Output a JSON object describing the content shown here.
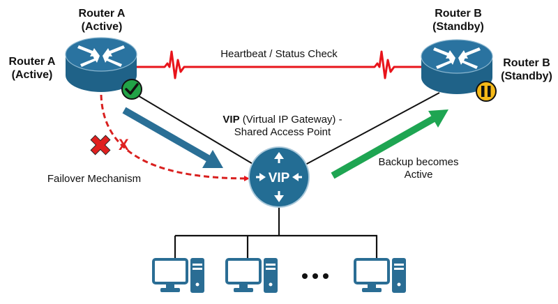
{
  "title": "Router Redundancy with Virtual IP Gateway",
  "router_a": {
    "name": "Router A",
    "state": "(Active)",
    "status_icon": "check-icon"
  },
  "router_b": {
    "name": "Router B",
    "state": "(Standby)",
    "status_icon": "pause-icon"
  },
  "heartbeat": {
    "label": "Heartbeat / Status Check"
  },
  "vip": {
    "label_bold": "VIP",
    "label_rest": " (Virtual IP Gateway) -",
    "label_line2": "Shared Access Point",
    "node_text": "VIP"
  },
  "failover": {
    "label": "Failover Mechanism",
    "x_text": "X",
    "failure_icon": "cross-icon"
  },
  "backup": {
    "line1": "Backup becomes",
    "line2": "Active"
  },
  "clients": {
    "count_shown": 3,
    "ellipsis": "•••",
    "icon": "desktop-computer-icon"
  },
  "colors": {
    "router_blue": "#236d94",
    "router_dark": "#1b5676",
    "heartbeat_red": "#e8141b",
    "failover_red": "#d9201f",
    "active_arrow": "#2a6f96",
    "backup_green": "#1ea552",
    "check_green": "#22a347",
    "pause_yellow": "#f5b918",
    "computer_blue": "#2a6d94"
  }
}
